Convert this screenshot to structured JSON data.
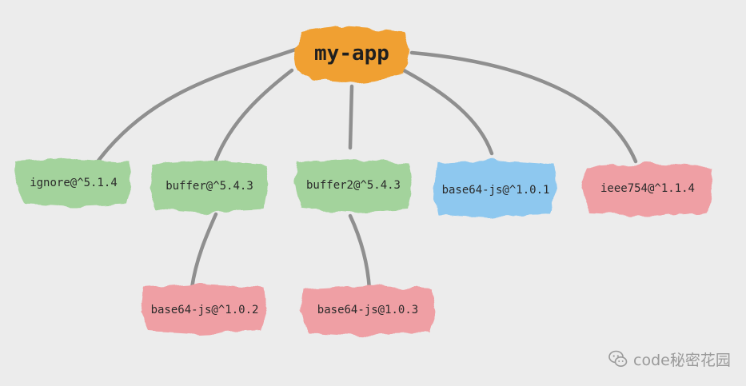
{
  "diagram": {
    "root": {
      "label": "my-app",
      "color": "#f0a030"
    },
    "nodes": [
      {
        "id": "ignore",
        "label": "ignore@^5.1.4",
        "color": "#a3d39c"
      },
      {
        "id": "buffer",
        "label": "buffer@^5.4.3",
        "color": "#a3d39c"
      },
      {
        "id": "buffer2",
        "label": "buffer2@^5.4.3",
        "color": "#a3d39c"
      },
      {
        "id": "base64a",
        "label": "base64-js@^1.0.1",
        "color": "#8ec8ef"
      },
      {
        "id": "ieee754",
        "label": "ieee754@^1.1.4",
        "color": "#ef9fa4"
      },
      {
        "id": "base64b",
        "label": "base64-js@^1.0.2",
        "color": "#ef9fa4"
      },
      {
        "id": "base64c",
        "label": "base64-js@1.0.3",
        "color": "#ef9fa4"
      }
    ],
    "edges": [
      {
        "from": "root",
        "to": "ignore"
      },
      {
        "from": "root",
        "to": "buffer"
      },
      {
        "from": "root",
        "to": "buffer2"
      },
      {
        "from": "root",
        "to": "base64a"
      },
      {
        "from": "root",
        "to": "ieee754"
      },
      {
        "from": "buffer",
        "to": "base64b"
      },
      {
        "from": "buffer2",
        "to": "base64c"
      }
    ]
  },
  "watermark": {
    "text": "code秘密花园",
    "icon": "wechat-icon"
  }
}
